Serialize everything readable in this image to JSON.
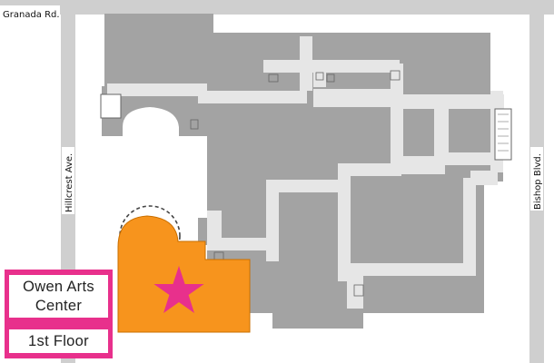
{
  "roads": {
    "granada": "Granada Rd.",
    "hillcrest": "Hillcrest Ave.",
    "bishop": "Bishop Blvd."
  },
  "legend": {
    "building_name_line1": "Owen Arts",
    "building_name_line2": "Center",
    "floor": "1st Floor"
  },
  "colors": {
    "building": "#a3a3a3",
    "corridor": "#e6e6e6",
    "road": "#cfcfcf",
    "highlight": "#f7941d",
    "accent": "#e8308c"
  },
  "icons": {
    "marker": "star-icon"
  }
}
